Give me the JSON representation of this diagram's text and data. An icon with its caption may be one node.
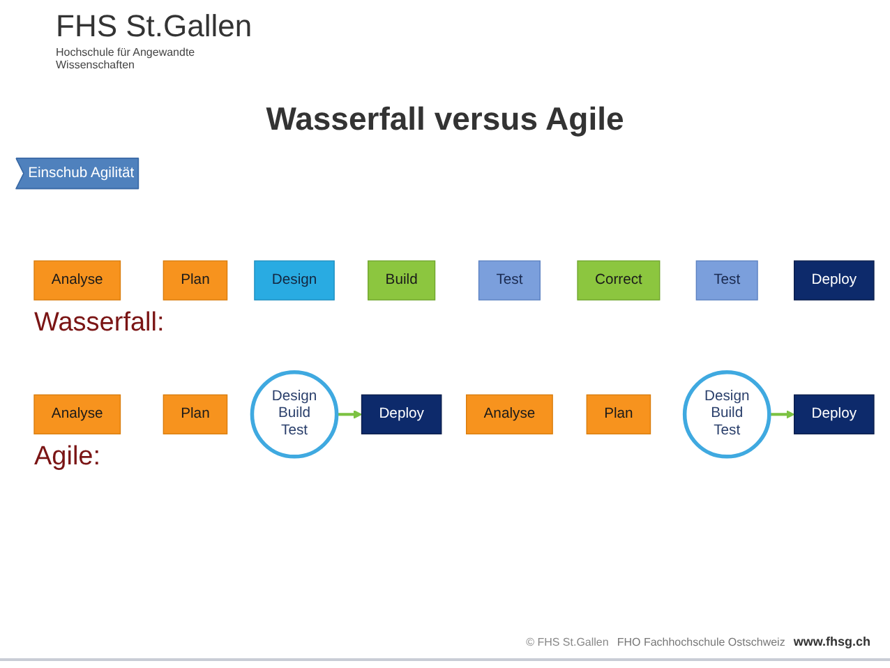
{
  "diagram": {
    "title": "Wasserfall versus Agile",
    "nodes": [
      {
        "text": [
          "Einschub Agilität"
        ]
      },
      {
        "text": [
          "Analyse"
        ]
      },
      {
        "text": [
          "Plan"
        ]
      },
      {
        "text": [
          "Design"
        ]
      },
      {
        "text": [
          "Build"
        ]
      },
      {
        "text": [
          "Test"
        ]
      },
      {
        "text": [
          "Correct"
        ]
      },
      {
        "text": [
          "Test"
        ]
      },
      {
        "text": [
          "Deploy"
        ]
      },
      {
        "text": [
          "Analyse"
        ]
      },
      {
        "text": [
          "Plan"
        ]
      },
      {
        "text": [
          "Design Build Test"
        ]
      },
      {
        "text": [
          "Deploy"
        ]
      },
      {
        "text": [
          "Analyse"
        ]
      },
      {
        "text": [
          "Plan"
        ]
      },
      {
        "text": [
          "Design Build Test"
        ]
      },
      {
        "text": [
          "Deploy"
        ]
      }
    ],
    "edges": [
      {
        "from": 11,
        "to": 12,
        "arrow": "to"
      },
      {
        "from": 15,
        "to": 16,
        "arrow": "to"
      }
    ],
    "labels": [
      "FHS St.Gallen",
      "Hochschule für Angewandte Wissenschaften",
      "Wasserfall:",
      "Agile:",
      "© FHS St.Gallen",
      "FHO Fachhochschule Ostschweiz",
      "www.fhsg.ch"
    ]
  }
}
